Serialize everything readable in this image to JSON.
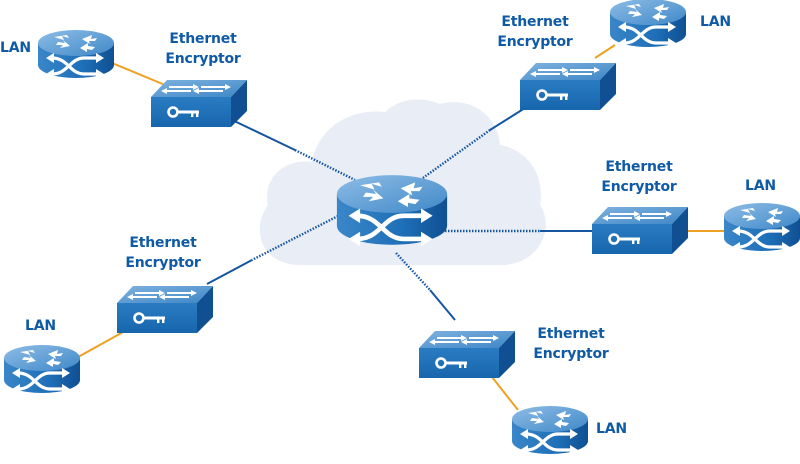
{
  "diagram": {
    "type": "network-topology",
    "colors": {
      "label": "#0f5aa6",
      "cloud": "#e8edf6",
      "wan_link": "#1456a0",
      "lan_link": "#f0a020",
      "device_top": "#5c9bd2",
      "device_side": "#1a6cb6"
    },
    "hub": {
      "name": "core-router",
      "icon": "router-icon"
    },
    "sites": [
      {
        "id": "nw",
        "encryptor_label_1": "Ethernet",
        "encryptor_label_2": "Encryptor",
        "lan_label": "LAN"
      },
      {
        "id": "ne",
        "encryptor_label_1": "Ethernet",
        "encryptor_label_2": "Encryptor",
        "lan_label": "LAN"
      },
      {
        "id": "e",
        "encryptor_label_1": "Ethernet",
        "encryptor_label_2": "Encryptor",
        "lan_label": "LAN"
      },
      {
        "id": "sw",
        "encryptor_label_1": "Ethernet",
        "encryptor_label_2": "Encryptor",
        "lan_label": "LAN"
      },
      {
        "id": "s",
        "encryptor_label_1": "Ethernet",
        "encryptor_label_2": "Encryptor",
        "lan_label": "LAN"
      }
    ]
  }
}
